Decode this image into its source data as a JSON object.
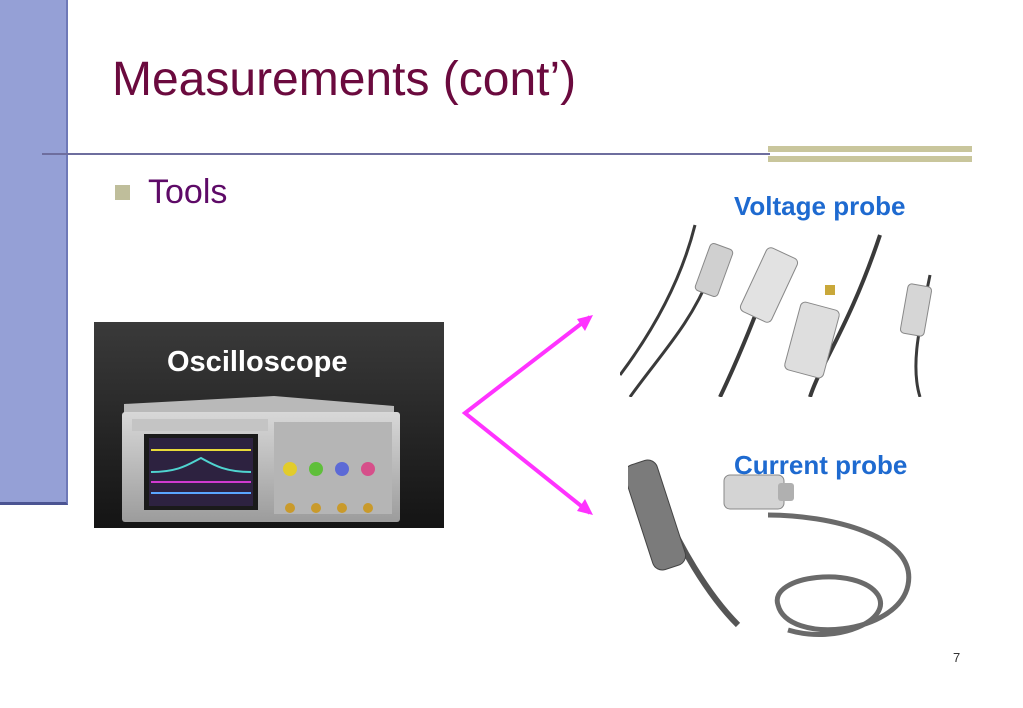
{
  "slide": {
    "title": "Measurements (cont’)",
    "bullet": "Tools",
    "page_number": "7"
  },
  "labels": {
    "oscilloscope": "Oscilloscope",
    "voltage_probe": "Voltage probe",
    "current_probe": "Current probe"
  },
  "colors": {
    "title": "#6b0a3e",
    "bullet_text": "#5e0a67",
    "side_bar": "#95a0d6",
    "accent_band": "#c9c69c",
    "probe_label": "#1e6ad0",
    "arrow": "#ff33ff"
  }
}
